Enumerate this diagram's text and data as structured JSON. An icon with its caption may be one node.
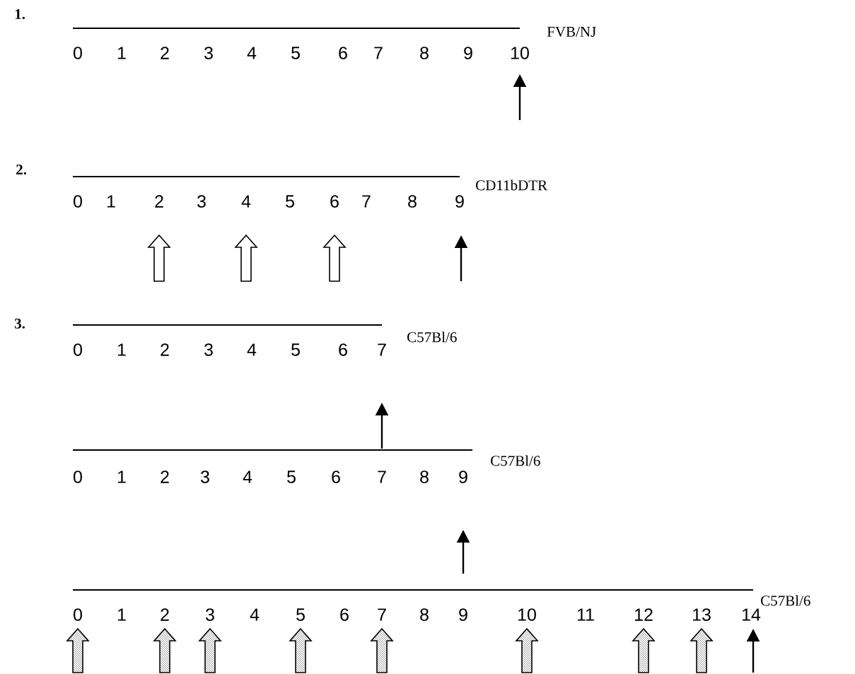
{
  "diagram": {
    "labels": [
      "1.",
      "FVB/NJ",
      "0",
      "1",
      "2",
      "3",
      "4",
      "5",
      "6",
      "7",
      "8",
      "9",
      "10",
      "2.",
      "CD11bDTR",
      "0",
      "1",
      "2",
      "3",
      "4",
      "5",
      "6",
      "7",
      "8",
      "9",
      "3.",
      "C57Bl/6",
      "0",
      "1",
      "2",
      "3",
      "4",
      "5",
      "6",
      "7",
      "C57Bl/6",
      "0",
      "1",
      "2",
      "3",
      "4",
      "5",
      "6",
      "7",
      "8",
      "9",
      "C57Bl/6",
      "0",
      "1",
      "2",
      "3",
      "4",
      "5",
      "6",
      "7",
      "8",
      "9",
      "10",
      "11",
      "12",
      "13",
      "14"
    ]
  }
}
